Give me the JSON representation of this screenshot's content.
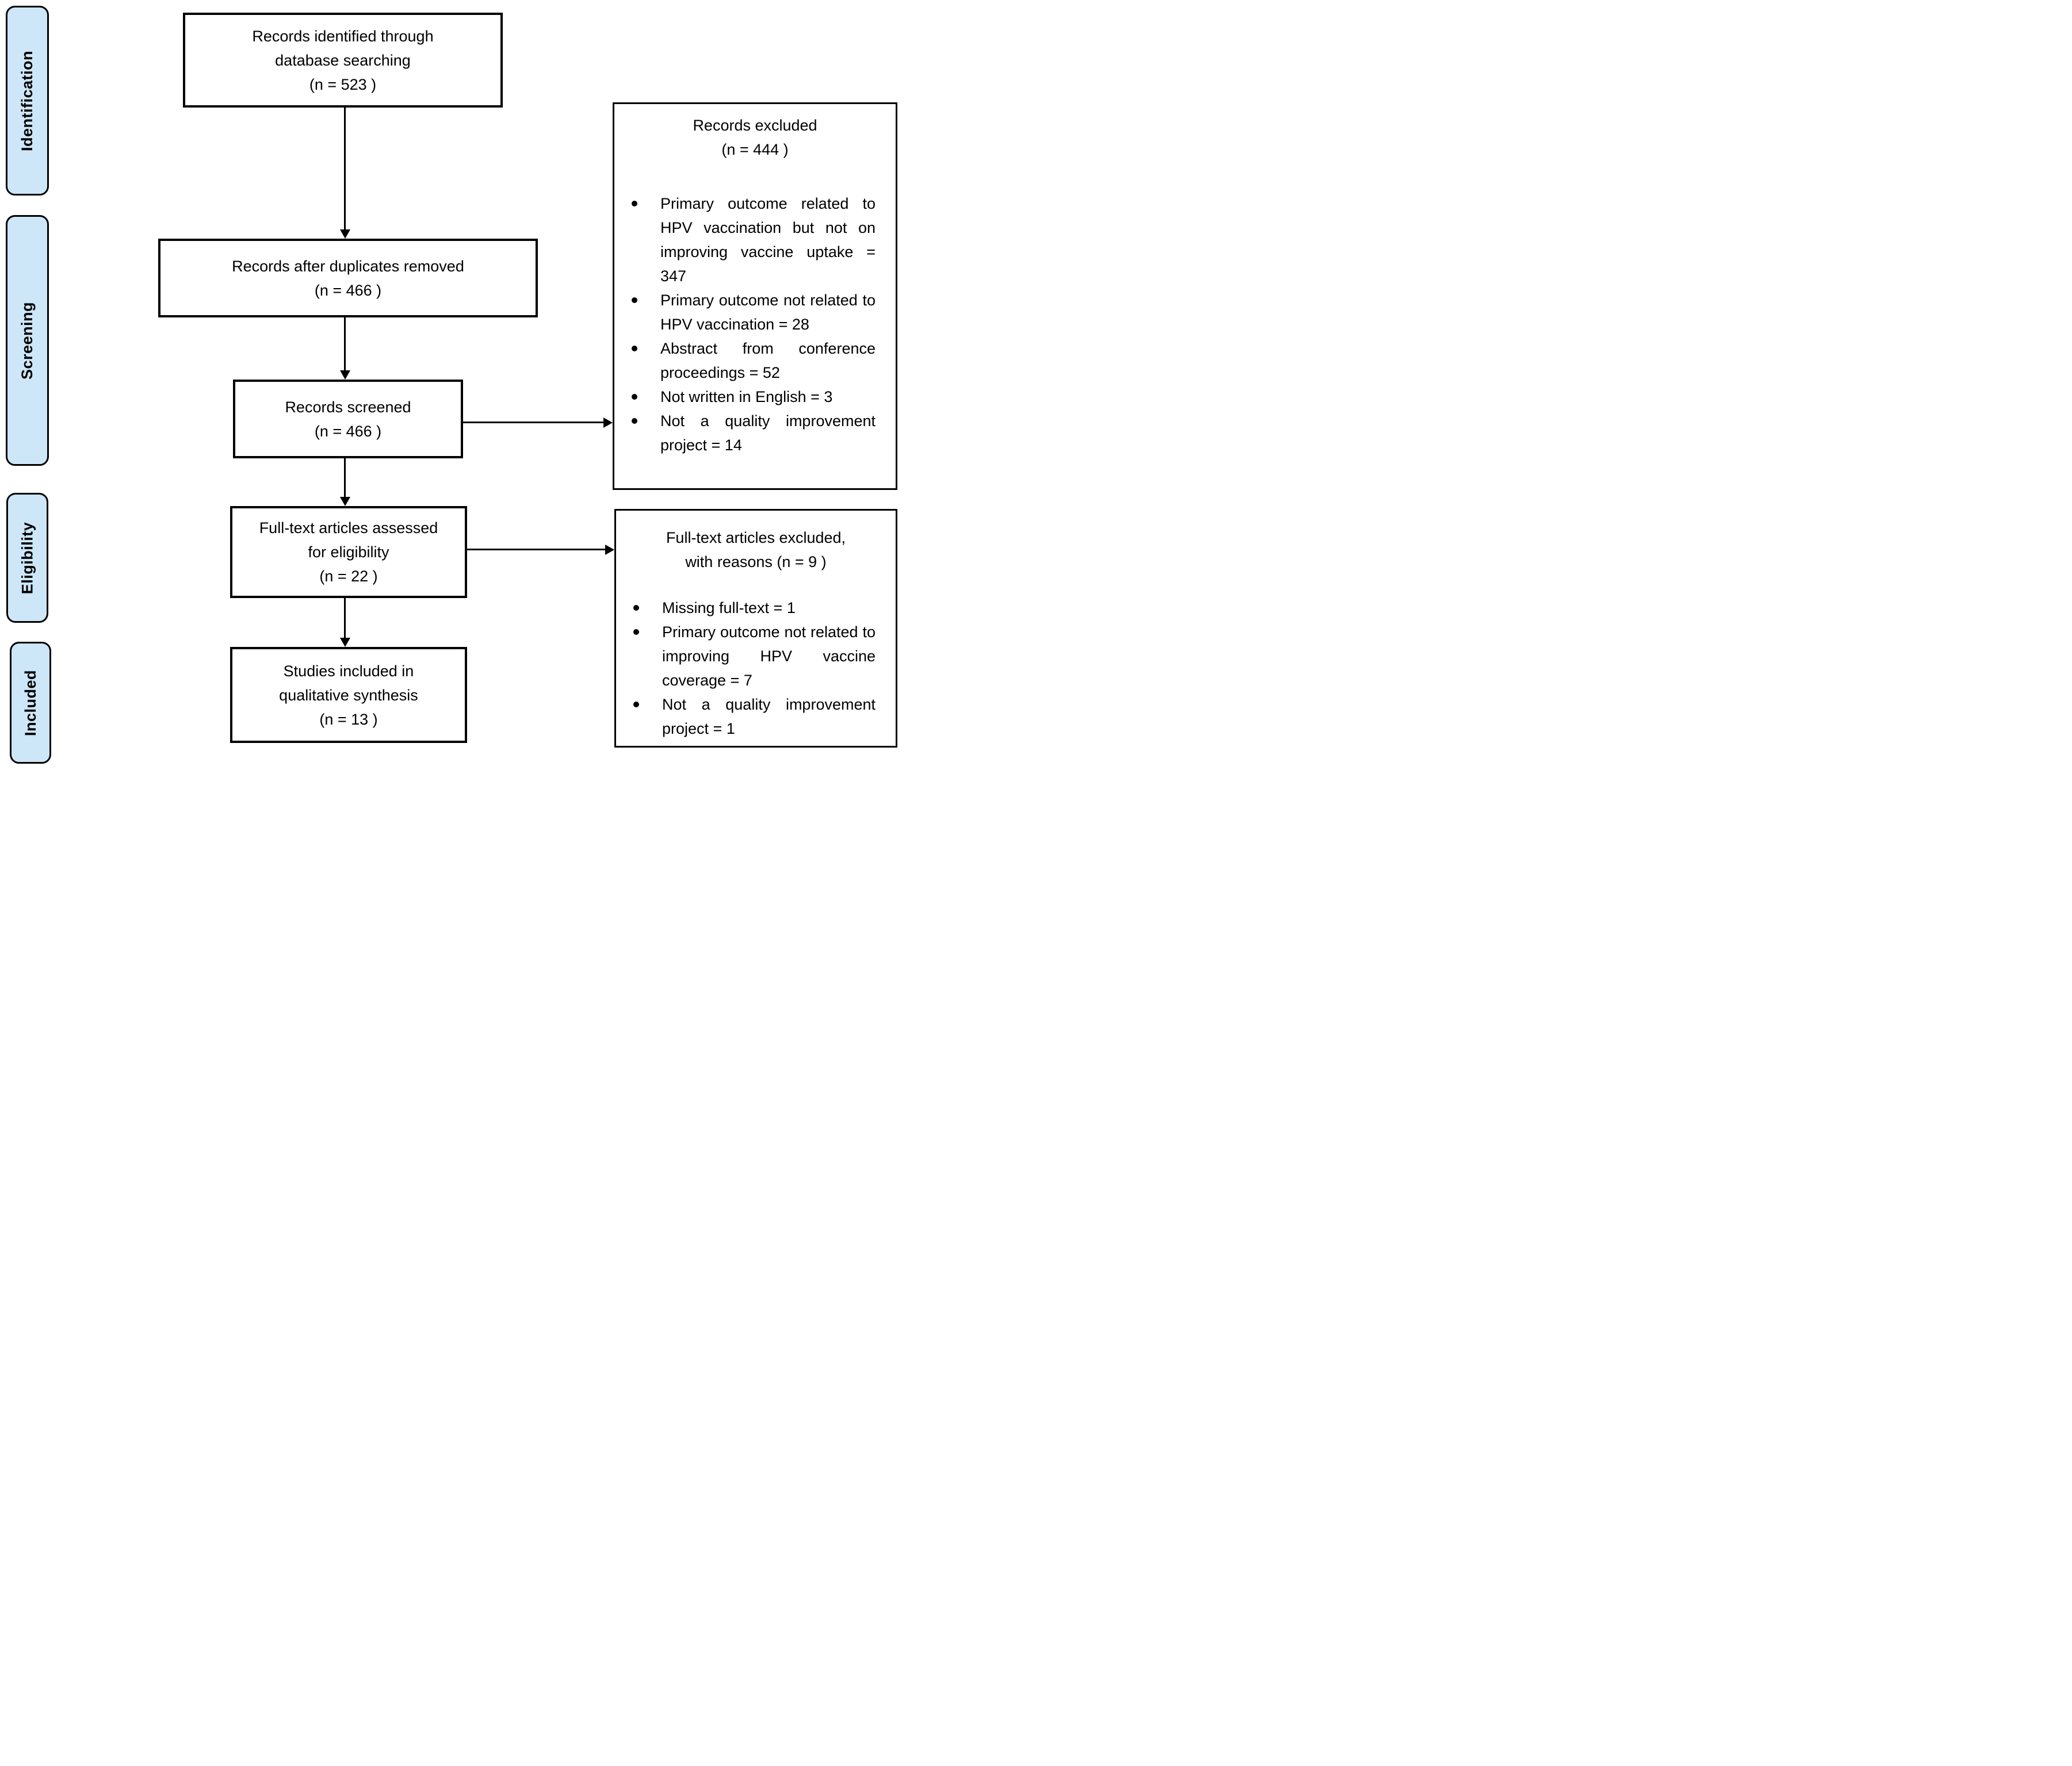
{
  "stages": [
    "Identification",
    "Screening",
    "Eligibility",
    "Included"
  ],
  "nodes": {
    "identified": {
      "lines": [
        "Records identified through",
        "database searching",
        "(n = 523 )"
      ]
    },
    "deduplicated": {
      "lines": [
        "Records after duplicates removed",
        "(n = 466 )"
      ]
    },
    "screened": {
      "lines": [
        "Records screened",
        "(n = 466 )"
      ]
    },
    "fulltext_assessed": {
      "lines": [
        "Full-text articles assessed",
        "for eligibility",
        "(n = 22 )"
      ]
    },
    "included_studies": {
      "lines": [
        "Studies included in",
        "qualitative synthesis",
        "(n = 13 )"
      ]
    },
    "records_excluded": {
      "title_lines": [
        "Records excluded",
        "(n = 444 )"
      ],
      "bullets": [
        "Primary outcome related to HPV vaccination but not on improving vaccine uptake = 347",
        "Primary outcome not related to HPV vaccination = 28",
        "Abstract from conference proceedings = 52",
        "Not written in English = 3",
        "Not a quality improvement project = 14"
      ]
    },
    "fulltext_excluded": {
      "title_lines": [
        "Full-text articles excluded,",
        "with reasons (n = 9 )"
      ],
      "bullets": [
        "Missing full-text = 1",
        "Primary outcome not related to improving HPV vaccine coverage = 7",
        "Not a quality improvement project = 1"
      ]
    }
  },
  "colors": {
    "stage_fill": "#CDE7F8",
    "border": "#000000",
    "background": "#FFFFFF"
  }
}
